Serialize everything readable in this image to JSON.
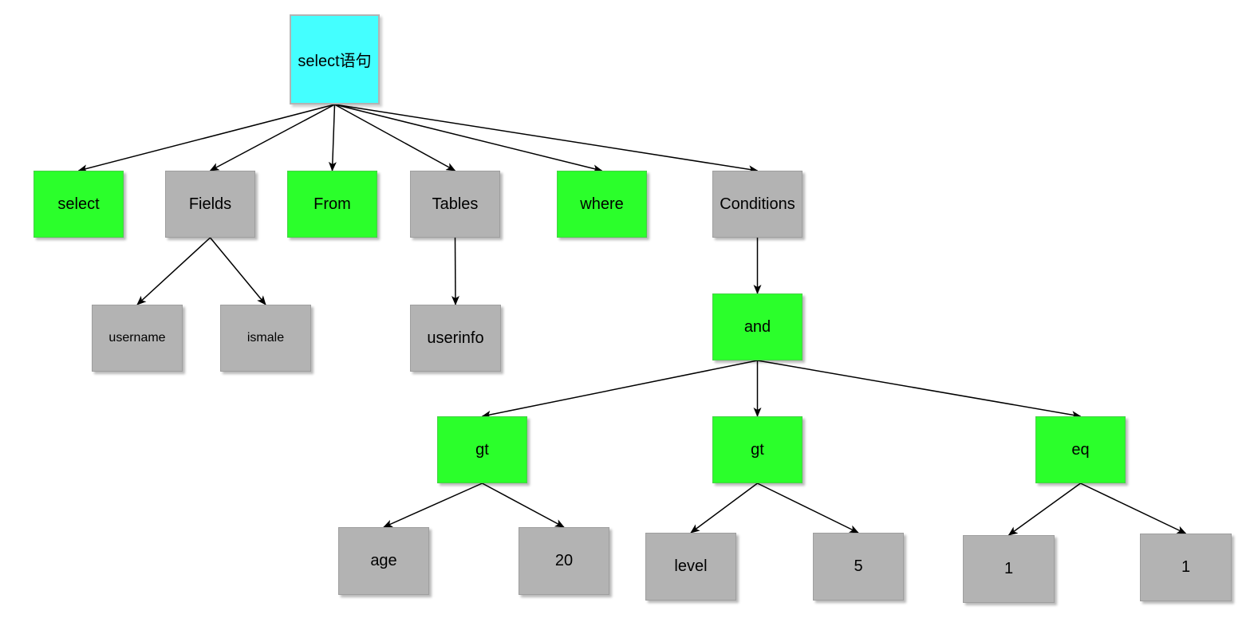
{
  "colors": {
    "root": "#44ffff",
    "keyword": "#2bff2b",
    "value": "#b3b3b3",
    "edge": "#000000"
  },
  "nodes": {
    "root": {
      "label": "select语句",
      "kind": "root"
    },
    "select": {
      "label": "select",
      "kind": "keyword"
    },
    "fields": {
      "label": "Fields",
      "kind": "value"
    },
    "from": {
      "label": "From",
      "kind": "keyword"
    },
    "tables": {
      "label": "Tables",
      "kind": "value"
    },
    "where": {
      "label": "where",
      "kind": "keyword"
    },
    "conditions": {
      "label": "Conditions",
      "kind": "value"
    },
    "username": {
      "label": "username",
      "kind": "value"
    },
    "ismale": {
      "label": "ismale",
      "kind": "value"
    },
    "userinfo": {
      "label": "userinfo",
      "kind": "value"
    },
    "and": {
      "label": "and",
      "kind": "keyword"
    },
    "gt1": {
      "label": "gt",
      "kind": "keyword"
    },
    "gt2": {
      "label": "gt",
      "kind": "keyword"
    },
    "eq": {
      "label": "eq",
      "kind": "keyword"
    },
    "age": {
      "label": "age",
      "kind": "value"
    },
    "n20": {
      "label": "20",
      "kind": "value"
    },
    "level": {
      "label": "level",
      "kind": "value"
    },
    "n5": {
      "label": "5",
      "kind": "value"
    },
    "one_a": {
      "label": "1",
      "kind": "value"
    },
    "one_b": {
      "label": "1",
      "kind": "value"
    }
  },
  "edges": [
    [
      "root",
      "select"
    ],
    [
      "root",
      "fields"
    ],
    [
      "root",
      "from"
    ],
    [
      "root",
      "tables"
    ],
    [
      "root",
      "where"
    ],
    [
      "root",
      "conditions"
    ],
    [
      "fields",
      "username"
    ],
    [
      "fields",
      "ismale"
    ],
    [
      "tables",
      "userinfo"
    ],
    [
      "conditions",
      "and"
    ],
    [
      "and",
      "gt1"
    ],
    [
      "and",
      "gt2"
    ],
    [
      "and",
      "eq"
    ],
    [
      "gt1",
      "age"
    ],
    [
      "gt1",
      "n20"
    ],
    [
      "gt2",
      "level"
    ],
    [
      "gt2",
      "n5"
    ],
    [
      "eq",
      "one_a"
    ],
    [
      "eq",
      "one_b"
    ]
  ]
}
